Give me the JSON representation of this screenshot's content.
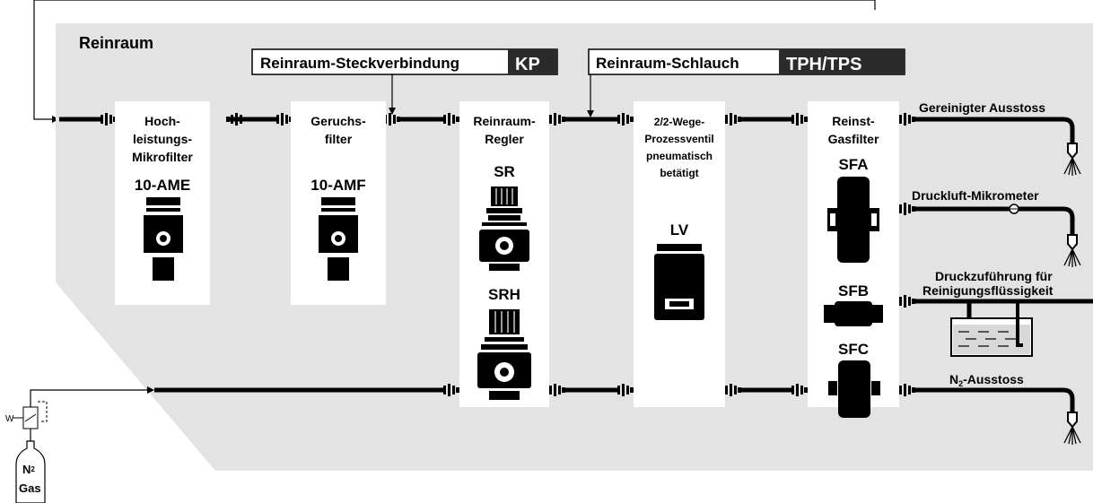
{
  "cleanroom_label": "Reinraum",
  "connector_callout": {
    "text": "Reinraum-Steckverbindung",
    "code": "KP"
  },
  "hose_callout": {
    "text": "Reinraum-Schlauch",
    "code": "TPH/TPS"
  },
  "components": {
    "microfilter": {
      "lines": [
        "Hoch-",
        "leistungs-",
        "Mikrofilter"
      ],
      "model": "10-AME"
    },
    "odor_filter": {
      "lines": [
        "Geruchs-",
        "filter"
      ],
      "model": "10-AMF"
    },
    "regulator": {
      "lines": [
        "Reinraum-",
        "Regler"
      ],
      "model_top": "SR",
      "model_bottom": "SRH"
    },
    "valve": {
      "lines": [
        "2/2-Wege-",
        "Prozessventil",
        "pneumatisch",
        "betätigt"
      ],
      "model": "LV"
    },
    "gas_filter": {
      "lines": [
        "Reinst-",
        "Gasfilter"
      ],
      "models": [
        "SFA",
        "SFB",
        "SFC"
      ]
    }
  },
  "outputs": {
    "cleaned_exhaust": "Gereinigter Ausstoss",
    "micrometer": "Druckluft-Mikrometer",
    "cleaning_fluid": [
      "Druckzuführung für",
      "Reinigungsflüssigkeit"
    ],
    "n2_exhaust_main": "N",
    "n2_exhaust_sub": "2",
    "n2_exhaust_rest": "-Ausstoss"
  },
  "gas_bottle": {
    "symbol_main": "N",
    "symbol_sub": "2",
    "label": "Gas",
    "w_label": "W"
  },
  "colors": {
    "cleanroom_bg": "#e3e3e3",
    "panel_bg": "#ffffff",
    "tag_dark": "#2b2b2b",
    "line": "#000000"
  }
}
